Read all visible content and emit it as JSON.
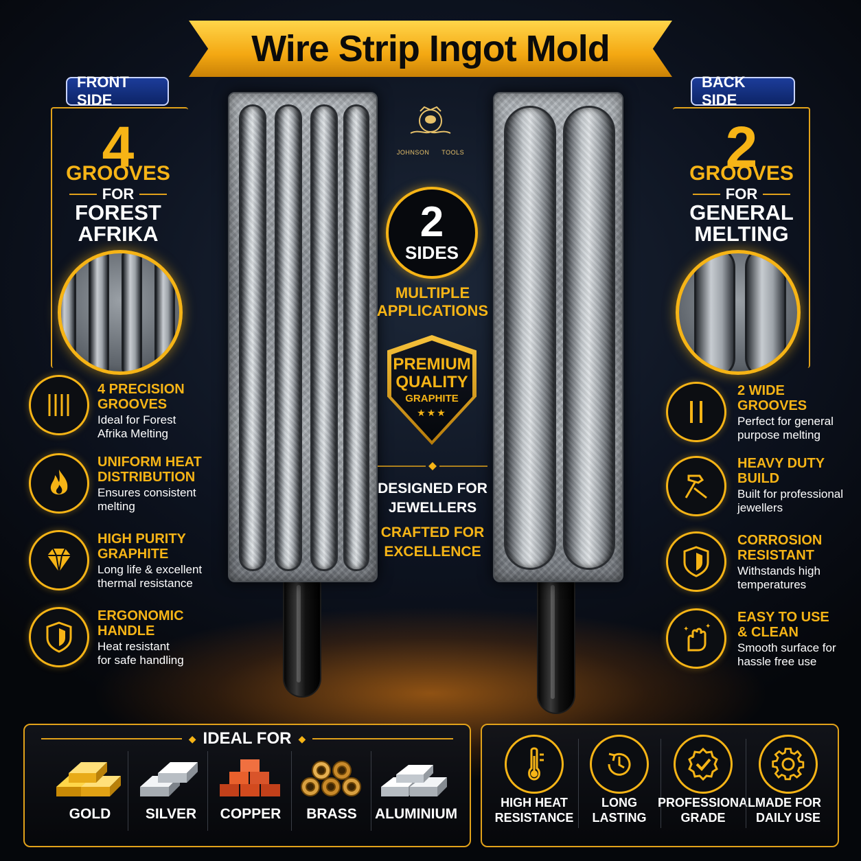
{
  "title": "Wire Strip Ingot Mold",
  "front": {
    "badge": "FRONT SIDE",
    "number": "4",
    "grooves_word": "GROOVES",
    "for_word": "FOR",
    "target_line1": "FOREST",
    "target_line2": "AFRIKA",
    "features": [
      {
        "icon": "four-lines-icon",
        "title_l1": "4 PRECISION",
        "title_l2": "GROOVES",
        "desc_l1": "Ideal for Forest",
        "desc_l2": "Afrika Melting"
      },
      {
        "icon": "flame-icon",
        "title_l1": "UNIFORM HEAT",
        "title_l2": "DISTRIBUTION",
        "desc_l1": "Ensures consistent",
        "desc_l2": "melting"
      },
      {
        "icon": "diamond-icon",
        "title_l1": "HIGH PURITY",
        "title_l2": "GRAPHITE",
        "desc_l1": "Long life & excellent",
        "desc_l2": "thermal resistance"
      },
      {
        "icon": "shield-handle-icon",
        "title_l1": "ERGONOMIC",
        "title_l2": "HANDLE",
        "desc_l1": "Heat resistant",
        "desc_l2": "for safe handling"
      }
    ]
  },
  "back": {
    "badge": "BACK SIDE",
    "number": "2",
    "grooves_word": "GROOVES",
    "for_word": "FOR",
    "target_line1": "GENERAL",
    "target_line2": "MELTING",
    "features": [
      {
        "icon": "two-lines-icon",
        "title_l1": "2 WIDE",
        "title_l2": "GROOVES",
        "desc_l1": "Perfect for general",
        "desc_l2": "purpose melting"
      },
      {
        "icon": "hammer-icon",
        "title_l1": "HEAVY DUTY",
        "title_l2": "BUILD",
        "desc_l1": "Built for professional",
        "desc_l2": "jewellers"
      },
      {
        "icon": "shield-icon",
        "title_l1": "CORROSION",
        "title_l2": "RESISTANT",
        "desc_l1": "Withstands high",
        "desc_l2": "temperatures"
      },
      {
        "icon": "clean-hand-icon",
        "title_l1": "EASY TO USE",
        "title_l2": "& CLEAN",
        "desc_l1": "Smooth surface for",
        "desc_l2": "hassle free use"
      }
    ]
  },
  "center": {
    "logo_left": "JOHNSON",
    "logo_right": "TOOLS",
    "sides_number": "2",
    "sides_word": "SIDES",
    "multi_l1": "MULTIPLE",
    "multi_l2": "APPLICATIONS",
    "shield_l1": "PREMIUM",
    "shield_l2": "QUALITY",
    "shield_l3": "GRAPHITE",
    "shield_stars": "★★★",
    "designed_l1": "DESIGNED FOR",
    "designed_l2": "JEWELLERS",
    "crafted_l1": "CRAFTED FOR",
    "crafted_l2": "EXCELLENCE"
  },
  "ideal_for": {
    "heading": "IDEAL FOR",
    "metals": [
      {
        "label": "GOLD",
        "color": "#f2b51c"
      },
      {
        "label": "SILVER",
        "color": "#c9ced4"
      },
      {
        "label": "COPPER",
        "color": "#e0552a"
      },
      {
        "label": "BRASS",
        "color": "#c98a2a"
      },
      {
        "label": "ALUMINIUM",
        "color": "#dfe3e7"
      }
    ]
  },
  "badges": [
    {
      "icon": "thermometer-icon",
      "l1": "HIGH HEAT",
      "l2": "RESISTANCE"
    },
    {
      "icon": "clock-icon",
      "l1": "LONG",
      "l2": "LASTING"
    },
    {
      "icon": "check-badge-icon",
      "l1": "PROFESSIONAL",
      "l2": "GRADE"
    },
    {
      "icon": "gear-icon",
      "l1": "MADE FOR",
      "l2": "DAILY USE"
    }
  ],
  "colors": {
    "accent": "#f6b416",
    "badge_blue": "#1c3c9a"
  }
}
